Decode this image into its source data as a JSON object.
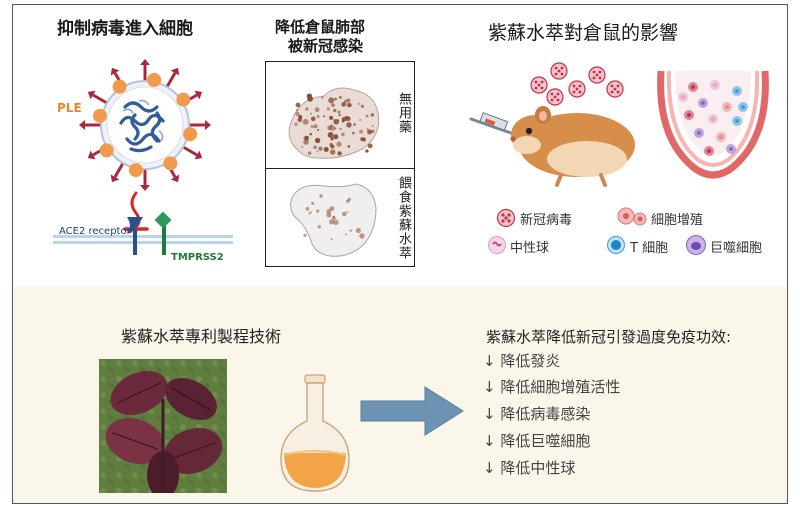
{
  "panels": {
    "mechanism": {
      "title": "抑制病毒進入細胞",
      "ple_label": "PLE",
      "ace2_label": "ACE2 receptor",
      "tmprss2_label": "TMPRSS2",
      "icons": [
        "coronavirus-icon",
        "inhibit-icon",
        "receptor-icon"
      ]
    },
    "lung": {
      "title_line1": "降低倉鼠肺部",
      "title_line2": "被新冠感染",
      "row_top_label": "無用藥",
      "row_bottom_label": "餵食紫蘇水萃"
    },
    "hamster": {
      "title": "紫蘇水萃對倉鼠的影響",
      "legend": [
        {
          "key": "virus",
          "label": "新冠病毒",
          "color": "#c2304a"
        },
        {
          "key": "proliferation",
          "label": "細胞增殖",
          "color": "#e8888e"
        },
        {
          "key": "neutrophil",
          "label": "中性球",
          "color": "#e7a4c6"
        },
        {
          "key": "tcell",
          "label": "T 細胞",
          "color": "#3b9fe0"
        },
        {
          "key": "macrophage",
          "label": "巨噬細胞",
          "color": "#8b67c7"
        }
      ]
    }
  },
  "bottom": {
    "left_title": "紫蘇水萃專利製程技術",
    "right_title": "紫蘇水萃降低新冠引發過度免疫功效:",
    "effects": [
      "↓ 降低發炎",
      "↓ 降低細胞增殖活性",
      "↓ 降低病毒感染",
      "↓ 降低巨噬細胞",
      "↓ 降低中性球"
    ]
  },
  "colors": {
    "bottom_band": "#fbf6ea",
    "arrow": "#6d93b3",
    "flask_liquid": "#f2a446",
    "virus_spike": "#a9283e",
    "ple_ball": "#f09a4e"
  }
}
